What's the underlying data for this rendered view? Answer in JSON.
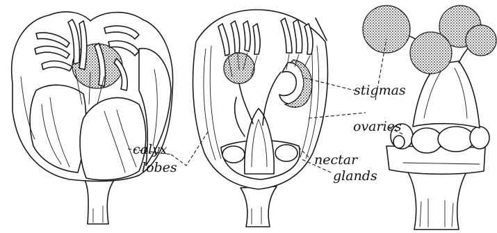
{
  "labels": {
    "calyx": "calyx",
    "lobes": "lobes",
    "stigmas": "stigmas",
    "ovaries": "ovaries",
    "nectar": "nectar",
    "glands": "glands"
  }
}
